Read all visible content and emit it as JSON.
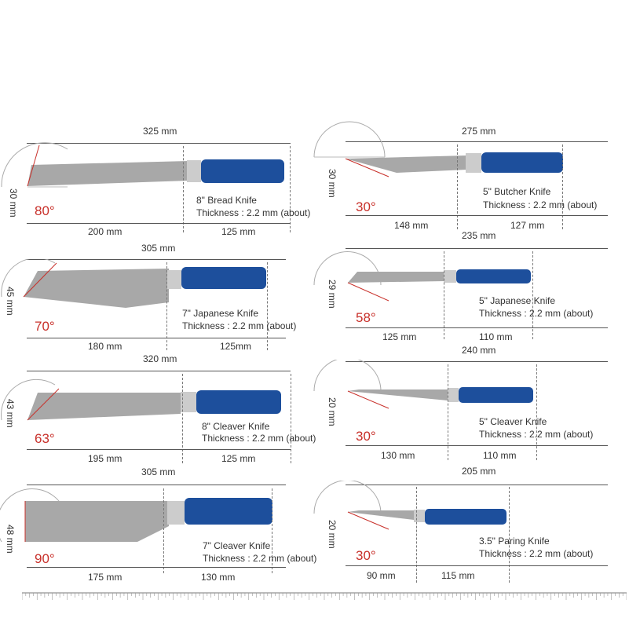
{
  "knives": [
    {
      "total": "325 mm",
      "height": "30 mm",
      "angle": "80°",
      "name": "8\" Bread Knife",
      "thickness": "Thickness : 2.2 mm (about)",
      "blade": "200 mm",
      "handle": "125 mm"
    },
    {
      "total": "275 mm",
      "height": "30 mm",
      "angle": "30°",
      "name": "5\" Butcher Knife",
      "thickness": "Thickness : 2.2 mm (about)",
      "blade": "148 mm",
      "handle": "127 mm"
    },
    {
      "total": "305 mm",
      "height": "45 mm",
      "angle": "70°",
      "name": "7\" Japanese Knife",
      "thickness": "Thickness : 2.2 mm (about)",
      "blade": "180 mm",
      "handle": "125mm"
    },
    {
      "total": "235 mm",
      "height": "29 mm",
      "angle": "58°",
      "name": "5\" Japanese Knife",
      "thickness": "Thickness : 2.2 mm (about)",
      "blade": "125 mm",
      "handle": "110 mm"
    },
    {
      "total": "320 mm",
      "height": "43 mm",
      "angle": "63°",
      "name": "8\" Cleaver Knife",
      "thickness": "Thickness : 2.2 mm (about)",
      "blade": "195 mm",
      "handle": "125 mm"
    },
    {
      "total": "240 mm",
      "height": "20 mm",
      "angle": "30°",
      "name": "5\" Cleaver Knife",
      "thickness": "Thickness : 2.2 mm (about)",
      "blade": "130 mm",
      "handle": "110 mm"
    },
    {
      "total": "305 mm",
      "height": "48 mm",
      "angle": "90°",
      "name": "7\" Cleaver Knife",
      "thickness": "Thickness : 2.2 mm (about)",
      "blade": "175 mm",
      "handle": "130 mm"
    },
    {
      "total": "205 mm",
      "height": "20 mm",
      "angle": "30°",
      "name": "3.5\" Paring Knife",
      "thickness": "Thickness : 2.2 mm (about)",
      "blade": "90 mm",
      "handle": "115 mm"
    }
  ],
  "colors": {
    "angle": "#c8302a",
    "handle": "#1d4f9c",
    "blade": "#9a9a9a",
    "line": "#555555"
  },
  "ruler": {
    "unit": "cm",
    "max": 40
  }
}
